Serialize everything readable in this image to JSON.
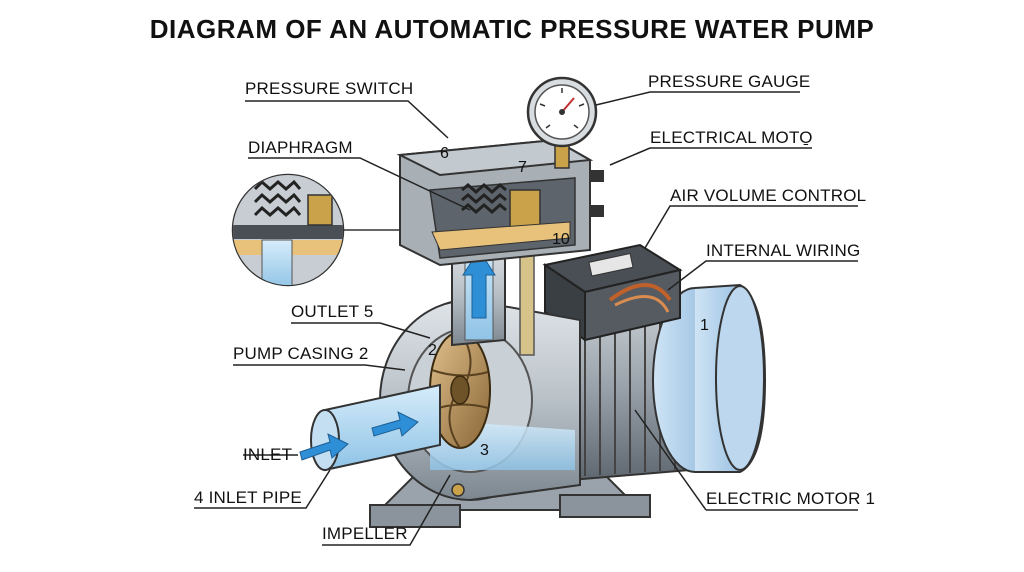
{
  "title": "DIAGRAM OF AN AUTOMATIC PRESSURE WATER PUMP",
  "labels": {
    "pressure_switch": "PRESSURE SWITCH",
    "pressure_gauge": "PRESSURE GAUGE",
    "diaphragm": "DIAPHRAGM",
    "electrical_moto": "ELECTRICAL MOTO̱",
    "air_volume_control": "AIR VOLUME CONTROL",
    "internal_wiring": "INTERNAL WIRING",
    "outlet": "OUTLET 5",
    "pump_casing": "PUMP CASING 2",
    "inlet": "INLET",
    "inlet_pipe": "4 INLET PIPE",
    "impeller": "IMPELLER",
    "electric_motor": "ELECTRIC MOTOR 1"
  },
  "numbers": {
    "n6": "6",
    "n7": "7",
    "n10": "10",
    "n1": "1",
    "n2": "2",
    "n3": "3"
  },
  "colors": {
    "metal": "#b9c1c8",
    "metal_dark": "#7d8790",
    "housing": "#9aa3a8",
    "water": "#a9d6f0",
    "arrow": "#2f8fd6",
    "motor_blue": "#9fc4e6",
    "impeller": "#b08a55"
  }
}
